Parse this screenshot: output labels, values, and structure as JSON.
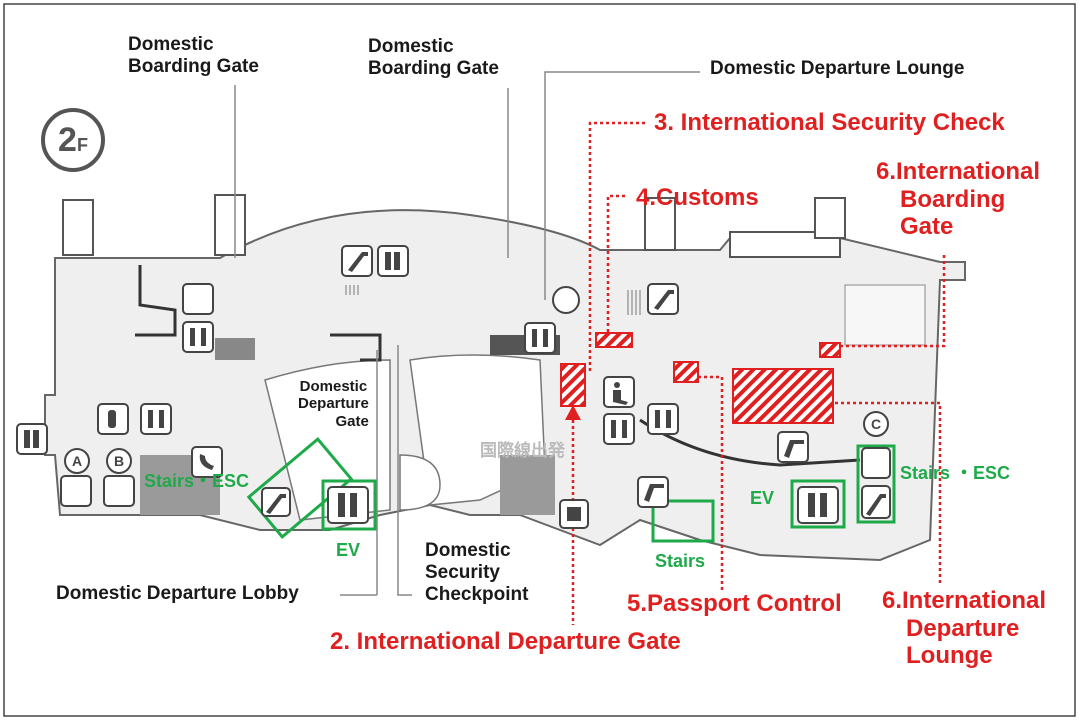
{
  "floor": {
    "number": "2",
    "suffix": "F"
  },
  "labels": {
    "dom_boarding_gate_1": [
      "Domestic",
      "Boarding Gate"
    ],
    "dom_boarding_gate_2": [
      "Domestic",
      "Boarding Gate"
    ],
    "dom_departure_lounge": "Domestic Departure Lounge",
    "dom_departure_gate": [
      "Domestic",
      "Departure",
      "Gate"
    ],
    "dom_departure_lobby": "Domestic Departure Lobby",
    "dom_security_checkpoint": [
      "Domestic",
      "Security",
      "Checkpoint"
    ],
    "intl_security_check": "3. International Security Check",
    "customs": "4.Customs",
    "intl_boarding_gate": [
      "6.International",
      "Boarding",
      "Gate"
    ],
    "passport_control": "5.Passport Control",
    "intl_departure_gate": "2. International Departure Gate",
    "intl_departure_lounge": [
      "6.International",
      "Departure",
      "Lounge"
    ],
    "stairs_esc_left": "Stairs・ESC",
    "stairs_esc_right": "Stairs ・ESC",
    "ev_left": "EV",
    "ev_right": "EV",
    "stairs_mid": "Stairs",
    "map_text_intl": "国際線出発"
  },
  "icon_letters": {
    "a": "A",
    "b": "B",
    "c": "C"
  },
  "colors": {
    "highlight": "#e02020",
    "route": "#1faa4a",
    "walls": "#555555",
    "floor_fill": "#eeeeee",
    "dark_fill": "#9a9a9a"
  }
}
